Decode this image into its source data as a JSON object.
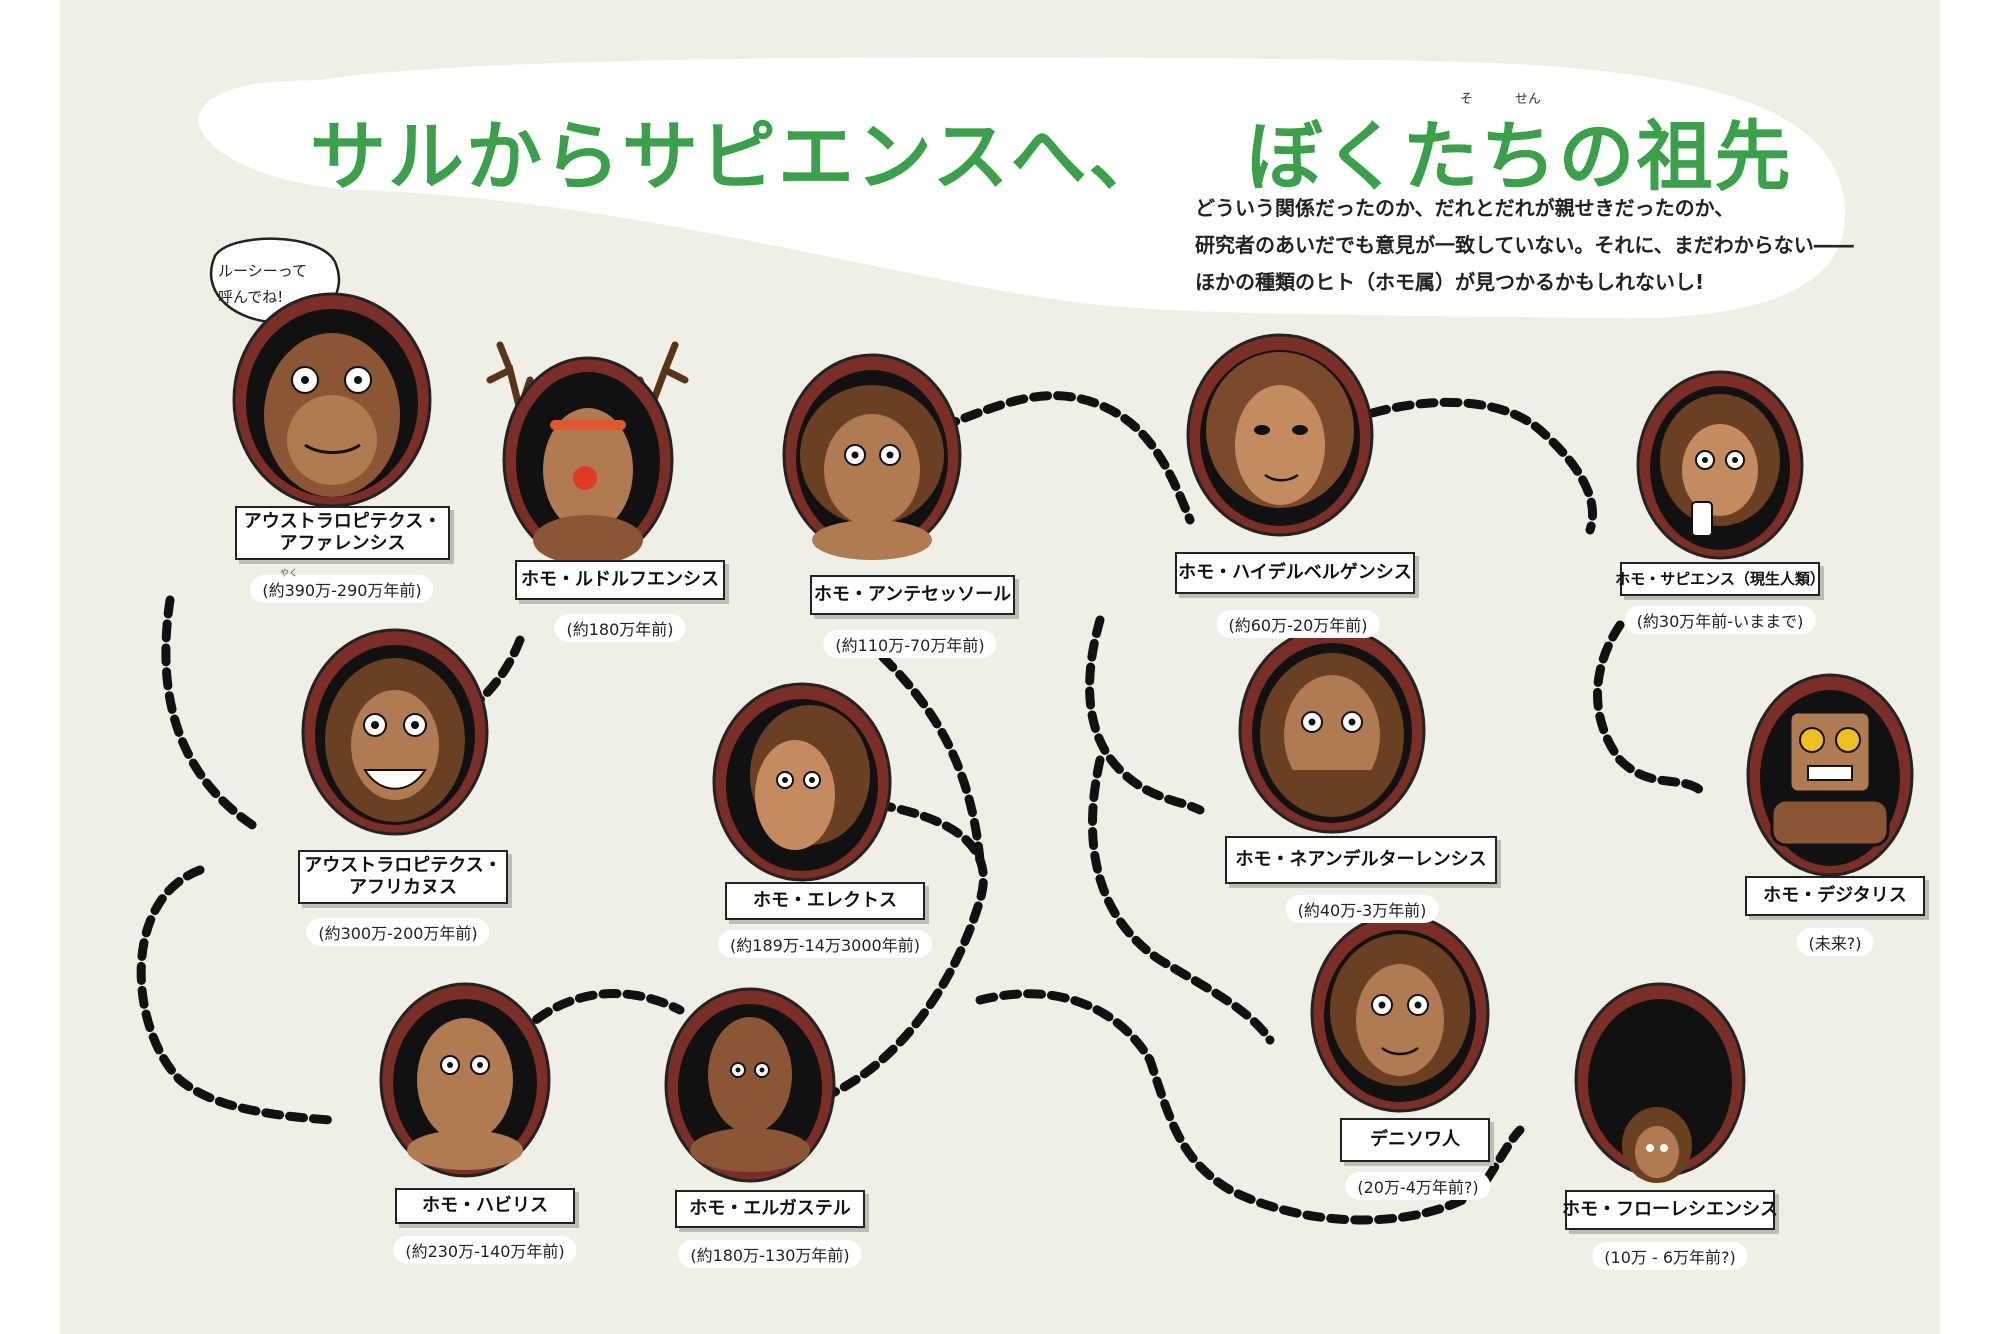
{
  "title": {
    "part1": "サルからサピエンスへ、",
    "part2": "ぼくたちの祖先"
  },
  "title_ruby": {
    "so": "そ",
    "sen": "せん"
  },
  "intro": {
    "line1": "どういう関係だったのか、だれとだれが親せきだったのか、",
    "line2": "研究者のあいだでも意見が一致していない。それに、まだわからない――",
    "line3": "ほかの種類のヒト（ホモ属）が見つかるかもしれないし!"
  },
  "speech_bubble": {
    "line1": "ルーシーって",
    "line2": "呼んでね!"
  },
  "ruby_yaku": "やく",
  "species": [
    {
      "id": "afarensis",
      "name_line1": "アウストラロピテクス・",
      "name_line2": "アファレンシス",
      "date": "(約390万-290万年前)"
    },
    {
      "id": "rudolfensis",
      "name_line1": "ホモ・ルドルフエンシス",
      "name_line2": "",
      "date": "(約180万年前)"
    },
    {
      "id": "antecessor",
      "name_line1": "ホモ・アンテセッソール",
      "name_line2": "",
      "date": "(約110万-70万年前)"
    },
    {
      "id": "heidelbergensis",
      "name_line1": "ホモ・ハイデルベルゲンシス",
      "name_line2": "",
      "date": "(約60万-20万年前)"
    },
    {
      "id": "sapiens",
      "name_line1": "ホモ・サピエンス（現生人類）",
      "name_line2": "",
      "date": "(約30万年前-いままで)"
    },
    {
      "id": "africanus",
      "name_line1": "アウストラロピテクス・",
      "name_line2": "アフリカヌス",
      "date": "(約300万-200万年前)"
    },
    {
      "id": "erectus",
      "name_line1": "ホモ・エレクトス",
      "name_line2": "",
      "date": "(約189万-14万3000年前)"
    },
    {
      "id": "neanderthalensis",
      "name_line1": "ホモ・ネアンデルターレンシス",
      "name_line2": "",
      "date": "(約40万-3万年前)"
    },
    {
      "id": "digitalis",
      "name_line1": "ホモ・デジタリス",
      "name_line2": "",
      "date": "(未来?)"
    },
    {
      "id": "habilis",
      "name_line1": "ホモ・ハビリス",
      "name_line2": "",
      "date": "(約230万-140万年前)"
    },
    {
      "id": "ergaster",
      "name_line1": "ホモ・エルガステル",
      "name_line2": "",
      "date": "(約180万-130万年前)"
    },
    {
      "id": "denisovan",
      "name_line1": "デニソワ人",
      "name_line2": "",
      "date": "(20万-4万年前?)"
    },
    {
      "id": "floresiensis",
      "name_line1": "ホモ・フローレシエンシス",
      "name_line2": "",
      "date": "(10万 - 6万年前?)"
    }
  ],
  "colors": {
    "title_green": "#3aa04a",
    "background": "#f0efe6",
    "portrait_rim": "#7a2e26",
    "skin": "#b07a52",
    "hair": "#6b3f22"
  }
}
